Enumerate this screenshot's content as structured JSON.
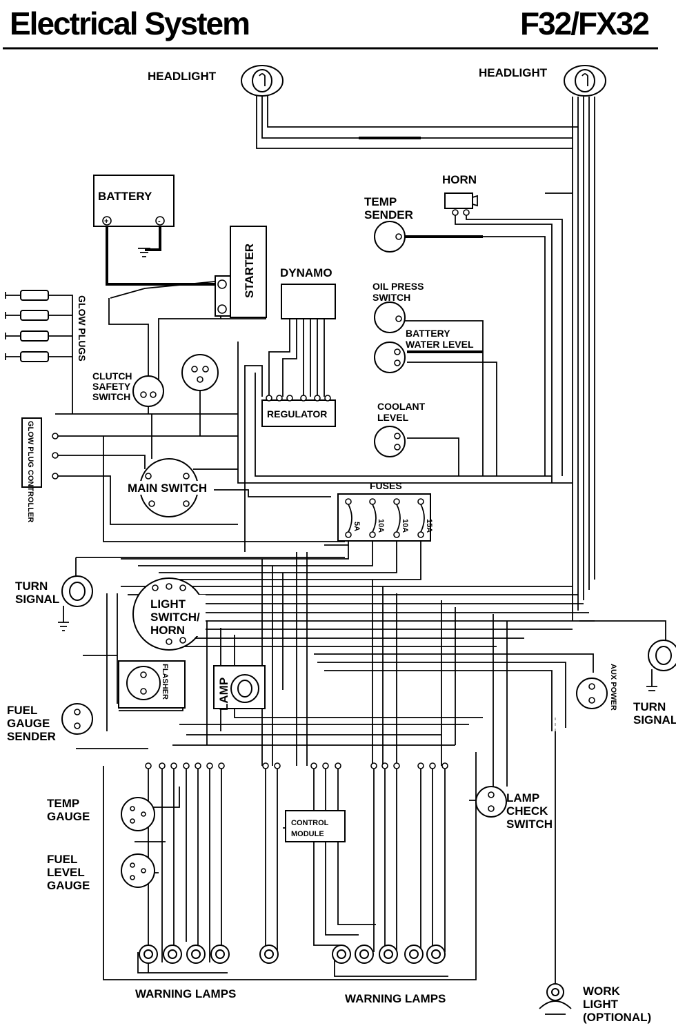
{
  "header": {
    "title": "Electrical System",
    "model": "F32/FX32"
  },
  "labels": {
    "headlight_left": "HEADLIGHT",
    "headlight_right": "HEADLIGHT",
    "horn": "HORN",
    "battery": "BATTERY",
    "temp_sender": [
      "TEMP",
      "SENDER"
    ],
    "starter": "STARTER",
    "dynamo": "DYNAMO",
    "oil_press_switch": [
      "OIL PRESS",
      "SWITCH"
    ],
    "battery_water_level": [
      "BATTERY",
      "WATER LEVEL"
    ],
    "glow_plugs": "GLOW PLUGS",
    "clutch_safety_switch": [
      "CLUTCH",
      "SAFETY",
      "SWITCH"
    ],
    "regulator": "REGULATOR",
    "coolant_level": [
      "COOLANT",
      "LEVEL"
    ],
    "glow_plug_controller": "GLOW PLUG CONTROLLER",
    "main_switch": "MAIN SWITCH",
    "fuses": "FUSES",
    "fuse_ratings": [
      "5A",
      "10A",
      "10A",
      "15A"
    ],
    "turn_signal_left": [
      "TURN",
      "SIGNAL"
    ],
    "light_switch_horn": [
      "LIGHT",
      "SWITCH/",
      "HORN"
    ],
    "flasher": "FLASHER",
    "lamp": "LAMP",
    "aux_power": "AUX POWER",
    "turn_signal_right": [
      "TURN",
      "SIGNAL"
    ],
    "fuel_gauge_sender": [
      "FUEL",
      "GAUGE",
      "SENDER"
    ],
    "temp_gauge": [
      "TEMP",
      "GAUGE"
    ],
    "control_module": [
      "CONTROL",
      "MODULE"
    ],
    "lamp_check_switch": [
      "LAMP",
      "CHECK",
      "SWITCH"
    ],
    "fuel_level_gauge": [
      "FUEL",
      "LEVEL",
      "GAUGE"
    ],
    "warning_lamps_left": "WARNING LAMPS",
    "warning_lamps_right": "WARNING LAMPS",
    "work_light": [
      "WORK",
      "LIGHT",
      "(OPTIONAL)"
    ]
  }
}
